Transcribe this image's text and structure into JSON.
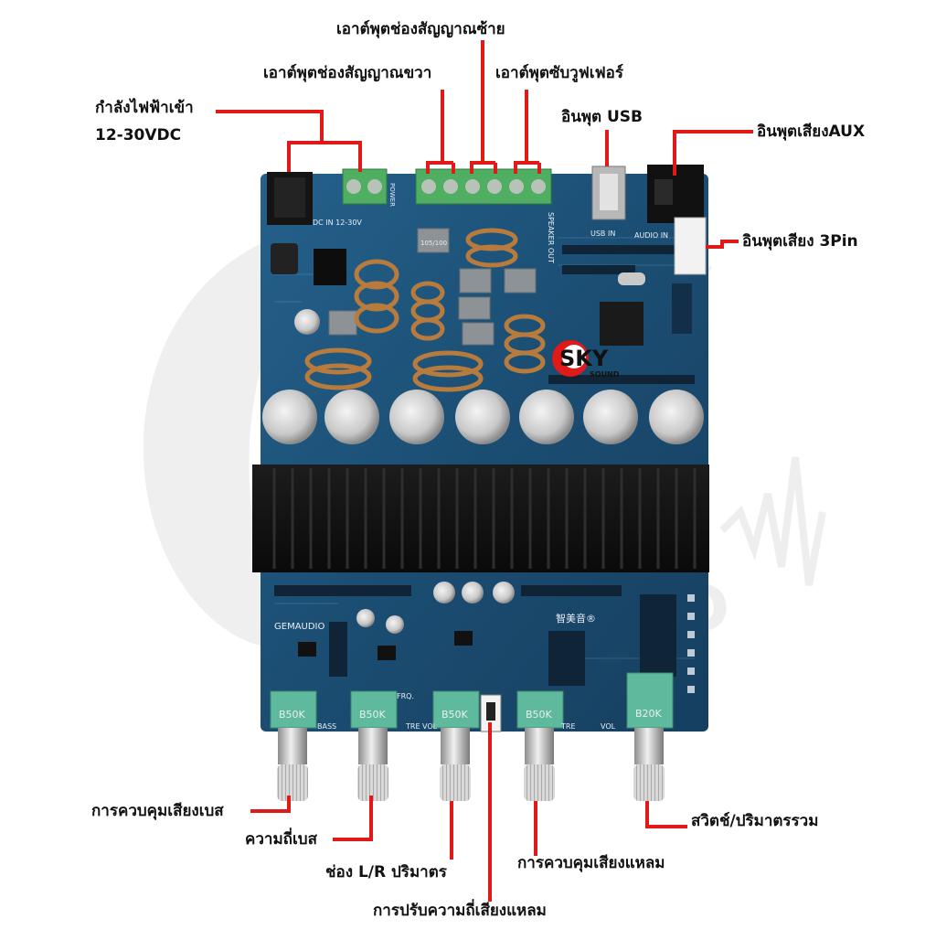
{
  "callouts": {
    "power_in": {
      "line1": "กำลังไฟฟ้าเข้า",
      "line2": "12-30VDC"
    },
    "right_out": "เอาต์พุตช่องสัญญาณขวา",
    "left_out": "เอาต์พุตช่องสัญญาณซ้าย",
    "sub_out": "เอาต์พุตซับวูฟเฟอร์",
    "usb_in": "อินพุต USB",
    "aux_in": "อินพุตเสียงAUX",
    "pin3_in": "อินพุตเสียง 3Pin",
    "bass_vol": "การควบคุมเสียงเบส",
    "bass_freq": "ความถี่เบส",
    "lr_vol": "ช่อง L/R ปริมาตร",
    "treble_freq": "การปรับความถี่เสียงแหลม",
    "treble_vol": "การควบคุมเสียงแหลม",
    "master": "สวิตช์/ปริมาตรรวม"
  },
  "board": {
    "pot_values": [
      "B50K",
      "B50K",
      "B50K",
      "B50K",
      "B20K"
    ],
    "pot_labels": [
      "BASS",
      "FRQ.",
      "TRE VOL",
      "TRE",
      "VOL"
    ],
    "silk": {
      "dc_in": "DC IN 12-30V",
      "speaker_out": "SPEAKER OUT",
      "usb_in": "USB IN",
      "audio_in": "AUDIO IN",
      "power": "POWER",
      "brand": "GEMAUDIO",
      "chinese": "智美音®"
    },
    "inductor_label": "105/100"
  },
  "logo": {
    "main": "SKY",
    "sub": "SOUND"
  },
  "colors": {
    "pcb": "#1b4d72",
    "callout_line": "#e01919",
    "terminal": "#4fae62",
    "pot": "#5fb99d"
  }
}
